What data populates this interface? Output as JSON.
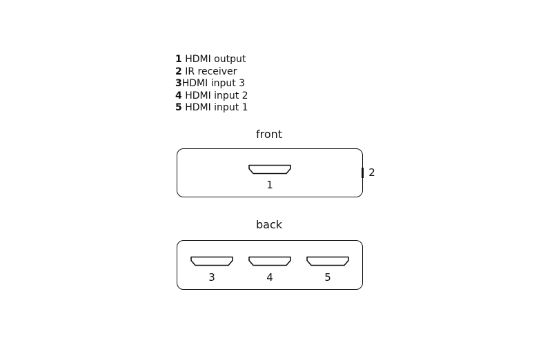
{
  "legend": [
    {
      "num": "1",
      "label": "HDMI output",
      "space": true
    },
    {
      "num": "2",
      "label": "IR receiver",
      "space": true
    },
    {
      "num": "3",
      "label": "HDMI input 3",
      "space": false
    },
    {
      "num": "4",
      "label": "HDMI input 2",
      "space": true
    },
    {
      "num": "5",
      "label": "HDMI input 1",
      "space": true
    }
  ],
  "front": {
    "label": "front",
    "port_label": "1",
    "ir_label": "2"
  },
  "back": {
    "label": "back",
    "port_labels": [
      "3",
      "4",
      "5"
    ]
  },
  "colors": {
    "line": "#111111",
    "background": "#ffffff"
  },
  "icons": {
    "port": "hdmi-port-icon",
    "ir": "ir-receiver-icon"
  }
}
